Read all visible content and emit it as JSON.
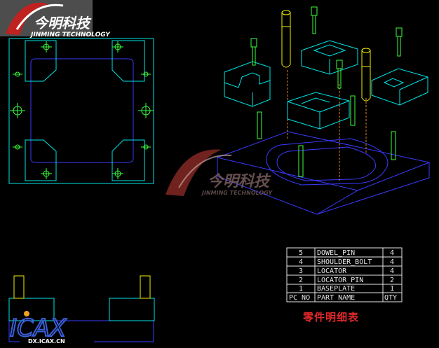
{
  "logo": {
    "cn": "今明科技",
    "en": "JINMING TECHNOLOGY"
  },
  "watermark": {
    "cn": "今明科技",
    "en": "JINMING TECHNOLOGY"
  },
  "site_logo": {
    "text": "ICAX",
    "url": "DX.ICAX.CN"
  },
  "bom": {
    "header": {
      "pc": "PC NO",
      "name": "PART NAME",
      "qty": "QTY"
    },
    "rows": [
      {
        "pc": "5",
        "name": "DOWEL_PIN",
        "qty": "4"
      },
      {
        "pc": "4",
        "name": "SHOULDER_BOLT",
        "qty": "4"
      },
      {
        "pc": "3",
        "name": "LOCATOR",
        "qty": "4"
      },
      {
        "pc": "2",
        "name": "LOCATOR_PIN",
        "qty": "2"
      },
      {
        "pc": "1",
        "name": "BASEPLATE",
        "qty": "1"
      }
    ],
    "caption": "零件明细表"
  },
  "colors": {
    "cyan": "#00e5e5",
    "blue": "#3a3aff",
    "green": "#3cff3c",
    "yellow": "#f0f000",
    "red": "#e0282a",
    "white": "#e6e6e6"
  }
}
